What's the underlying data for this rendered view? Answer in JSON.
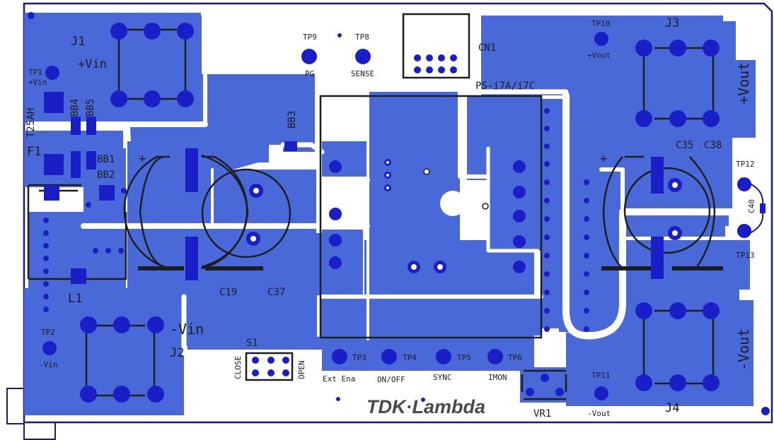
{
  "colors": {
    "copper": "#4a69d9",
    "pad": "#1a1ec6",
    "silkscreen": "#1e1e1e",
    "outline": "#1c1880",
    "background": "#ffffff"
  },
  "labels": {
    "j1": "J1",
    "vin_plus": "+Vin",
    "tp1": "TP1",
    "tp1_sub": "+Vin",
    "bb4": "BB4",
    "bb5": "BB5",
    "t25ah": "T25AH",
    "f1": "F1",
    "bb1": "BB1",
    "bb2": "BB2",
    "l1": "L1",
    "tp2": "TP2",
    "tp2_sub": "-Vin",
    "j2": "J2",
    "vin_minus": "-Vin",
    "tp9": "TP9",
    "pg": "PG",
    "tp8": "TP8",
    "sense": "SENSE",
    "cn1": "CN1",
    "ps": "PS-i7A/i7C",
    "bb3": "BB3",
    "c19": "C19",
    "c37": "C37",
    "s1": "S1",
    "close": "CLOSE",
    "open": "OPEN",
    "tp3": "TP3",
    "ext_ena": "Ext Ena",
    "tp4": "TP4",
    "on_off": "ON/OFF",
    "tp5": "TP5",
    "sync": "SYNC",
    "tp6": "TP6",
    "imon": "IMON",
    "brand": "TDK·Lambda",
    "vr1": "VR1",
    "tp10": "TP10",
    "tp10_sub": "+Vout",
    "j3": "J3",
    "vout_plus": "+Vout",
    "c35": "C35",
    "c38": "C38",
    "tp12": "TP12",
    "c40": "C40",
    "tp13": "TP13",
    "tp11": "TP11",
    "tp11_sub": "-Vout",
    "j4": "J4",
    "vout_minus": "-Vout",
    "plus_left": "+",
    "plus_right": "+"
  }
}
